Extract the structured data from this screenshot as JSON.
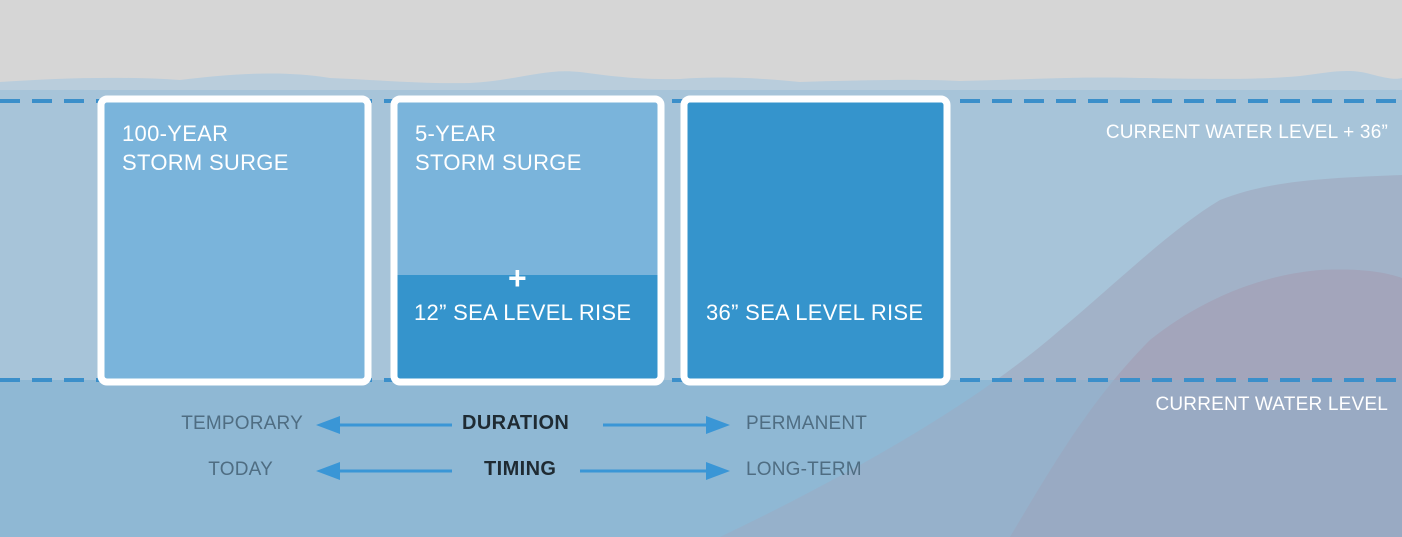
{
  "scenarios": [
    {
      "title_line1": "100-YEAR",
      "title_line2": "STORM SURGE"
    },
    {
      "title_line1": "5-YEAR",
      "title_line2": "STORM SURGE",
      "plus": "+",
      "rise_label": "12” SEA LEVEL RISE"
    },
    {
      "rise_label": "36” SEA LEVEL RISE"
    }
  ],
  "levels": {
    "upper": "CURRENT WATER LEVEL + 36”",
    "lower": "CURRENT WATER LEVEL"
  },
  "scales": [
    {
      "left": "TEMPORARY",
      "center": "DURATION",
      "right": "PERMANENT"
    },
    {
      "left": "TODAY",
      "center": "TIMING",
      "right": "LONG-TERM"
    }
  ],
  "colors": {
    "sky": "#d6d6d6",
    "upper_water": "#a7c4d9",
    "lower_water": "#8fb8d5",
    "box_light": "#7ab4db",
    "box_dark": "#3594cc",
    "dashed_line": "#3b8fca",
    "arrow": "#3a96d6",
    "land": "#9a9fb5"
  }
}
